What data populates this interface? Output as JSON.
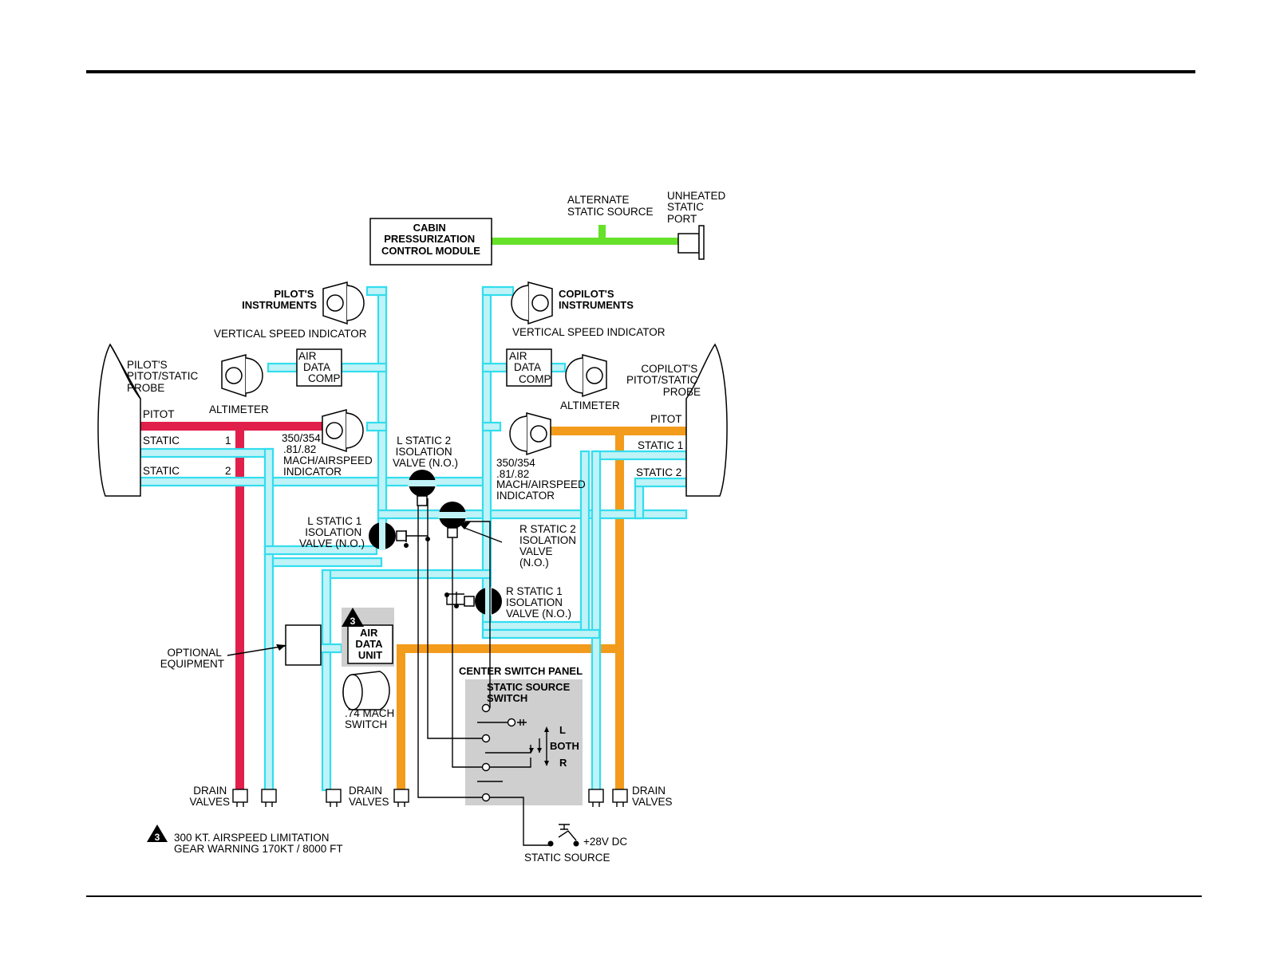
{
  "colors": {
    "static": "#33ddee",
    "static_fill": "#bff3f7",
    "pitot_pilot": "#e01f4a",
    "pitot_copilot": "#f29b1c",
    "alternate": "#66e12a",
    "panel_grey": "#cfcfcf"
  },
  "labels": {
    "cabin_module": [
      "CABIN",
      "PRESSURIZATION",
      "CONTROL MODULE"
    ],
    "alt_static": [
      "ALTERNATE",
      "STATIC SOURCE"
    ],
    "unheated_port": [
      "UNHEATED",
      "STATIC",
      "PORT"
    ],
    "pilot_instruments": [
      "PILOT'S",
      "INSTRUMENTS"
    ],
    "copilot_instruments": [
      "COPILOT'S",
      "INSTRUMENTS"
    ],
    "vsi_left": "VERTICAL SPEED INDICATOR",
    "vsi_right": "VERTICAL SPEED INDICATOR",
    "adc_left": [
      "AIR",
      "DATA",
      "COMP"
    ],
    "adc_right": [
      "AIR",
      "DATA",
      "COMP"
    ],
    "pilot_probe": [
      "PILOT'S",
      "PITOT/STATIC",
      "PROBE"
    ],
    "copilot_probe": [
      "COPILOT'S",
      "PITOT/STATIC",
      "PROBE"
    ],
    "altimeter_left": "ALTIMETER",
    "altimeter_right": "ALTIMETER",
    "pitot_left": "PITOT",
    "pitot_right": "PITOT",
    "static_left_1": "STATIC",
    "static_left_1_num": "1",
    "static_left_2": "STATIC",
    "static_left_2_num": "2",
    "static_right_1": "STATIC 1",
    "static_right_2": "STATIC 2",
    "mach_left": [
      "350/354",
      ".81/.82",
      "MACH/AIRSPEED",
      "INDICATOR"
    ],
    "mach_right": [
      "350/354",
      ".81/.82",
      "MACH/AIRSPEED",
      "INDICATOR"
    ],
    "l_static2_valve": [
      "L STATIC 2",
      "ISOLATION",
      "VALVE (N.O.)"
    ],
    "l_static1_valve": [
      "L STATIC 1",
      "ISOLATION",
      "VALVE (N.O.)"
    ],
    "r_static2_valve": [
      "R STATIC 2",
      "ISOLATION",
      "VALVE",
      "(N.O.)"
    ],
    "r_static1_valve": [
      "R STATIC 1",
      "ISOLATION",
      "VALVE (N.O.)"
    ],
    "optional_equipment": [
      "OPTIONAL",
      "EQUIPMENT"
    ],
    "air_data_unit": [
      "AIR",
      "DATA",
      "UNIT"
    ],
    "mach_switch": [
      ".74 MACH",
      "SWITCH"
    ],
    "center_switch_panel": "CENTER SWITCH PANEL",
    "static_source_switch": [
      "STATIC SOURCE",
      "SWITCH"
    ],
    "switch_l": "L",
    "switch_both": "BOTH",
    "switch_r": "R",
    "drain_valves_1": [
      "DRAIN",
      "VALVES"
    ],
    "drain_valves_2": [
      "DRAIN",
      "VALVES"
    ],
    "drain_valves_3": [
      "DRAIN",
      "VALVES"
    ],
    "power": "+28V DC",
    "static_source": "STATIC SOURCE",
    "note_number": "3",
    "note": [
      "300 KT. AIRSPEED LIMITATION",
      "GEAR WARNING 170KT / 8000 FT"
    ]
  }
}
